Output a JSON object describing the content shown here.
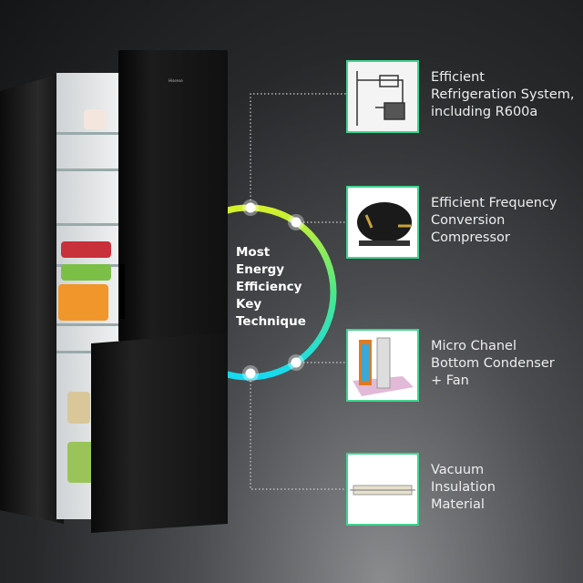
{
  "center_label": "Most\nEnergy\nEfficiency\nKey\nTechnique",
  "brand": "Hisense",
  "accent_colors": {
    "ring_top": "#d6f02a",
    "ring_bottom": "#17d9f0",
    "frame": "#3fd38e"
  },
  "features": [
    {
      "label": "Efficient\nRefrigeration System,\nincluding R600a",
      "icon": "refrigeration-system-icon"
    },
    {
      "label": "Efficient Frequency\nConversion\nCompressor",
      "icon": "compressor-icon"
    },
    {
      "label": "Micro Chanel\nBottom Condenser\n+ Fan",
      "icon": "condenser-fan-icon"
    },
    {
      "label": "Vacuum\nInsulation\nMaterial",
      "icon": "vacuum-panel-icon"
    }
  ]
}
